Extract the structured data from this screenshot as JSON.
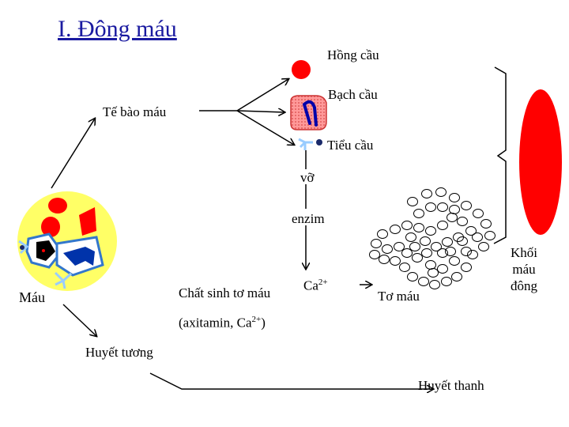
{
  "title": "I. Đông máu",
  "labels": {
    "hong_cau": "Hồng cầu",
    "bach_cau": "Bạch  cầu",
    "te_bao_mau": "Tế bào máu",
    "tieu_cau": "Tiểu  cầu",
    "vo": "vỡ",
    "enzim": "enzim",
    "chat_sinh_to_mau": "Chất sinh tơ máu",
    "ca": "Ca",
    "ca_charge": "2+",
    "to_mau": "Tơ máu",
    "khoi_mau_dong_1": "Khối",
    "khoi_mau_dong_2": "máu",
    "khoi_mau_dong_3": "đông",
    "mau": "Máu",
    "axitamin_1": "(axitamin, Ca",
    "axitamin_charge": "2+",
    "axitamin_2": ")",
    "huyet_tuong": "Huyết tương",
    "huyet_thanh": "Huyết thanh"
  },
  "colors": {
    "title": "#1a1aa0",
    "red_cell": "#ff0000",
    "clot": "#ff0000",
    "plasma_bg": "#ffff66",
    "white_cell": "#ff9999",
    "nucleus": "#0000aa",
    "platelet": "#1a2a6a",
    "platelet_arm": "#99ccff"
  }
}
